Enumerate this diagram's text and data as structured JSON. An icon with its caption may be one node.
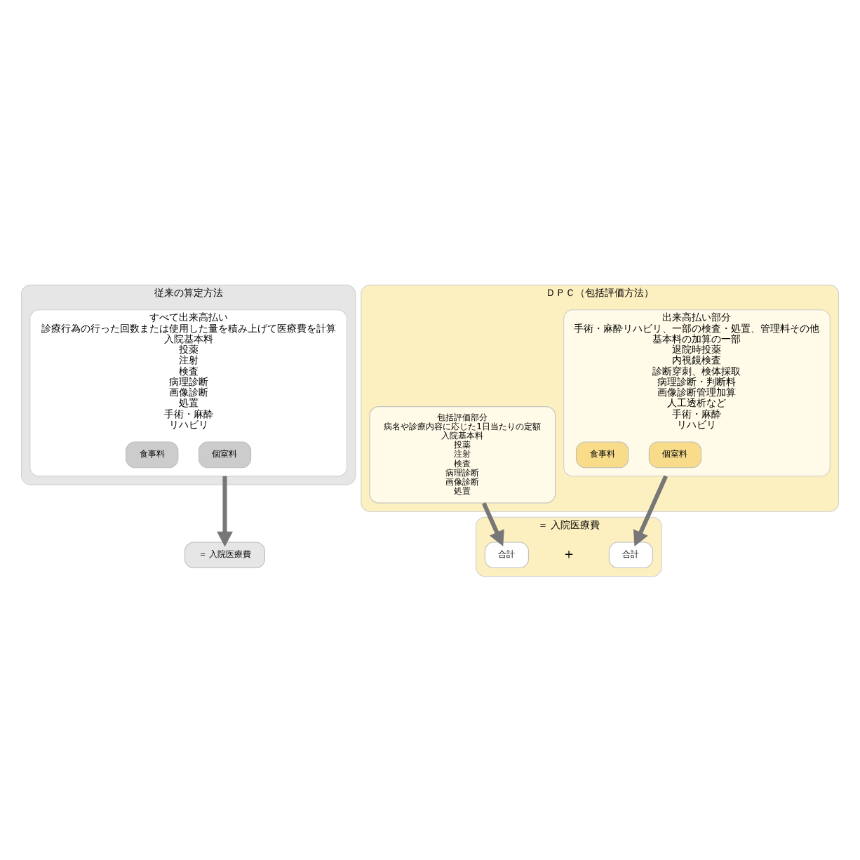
{
  "diagram": {
    "nodes": [
      {
        "text": [
          "従来の算定方法"
        ]
      },
      {
        "text": [
          "すべて出来高払い",
          "診療行為の行った回数または使用した量を積み上げて医療費を計算",
          "入院基本料",
          "投薬",
          "注射",
          "検査",
          "病理診断",
          "画像診断",
          "処置",
          "手術・麻酔",
          "リハビリ"
        ],
        "in": 0
      },
      {
        "text": [
          "食事料"
        ],
        "in": 1
      },
      {
        "text": [
          "個室料"
        ],
        "in": 1
      },
      {
        "text": [
          "＝ 入院医療費"
        ]
      },
      {
        "text": [
          "ＤＰＣ（包括評価方法）"
        ]
      },
      {
        "text": [
          "包括評価部分",
          "病名や診療内容に応じた1日当たりの定額",
          "入院基本料",
          "投薬",
          "注射",
          "検査",
          "病理診断",
          "画像診断",
          "処置"
        ],
        "in": 5
      },
      {
        "text": [
          "出来高払い部分",
          "手術・麻酔リハビリ、一部の検査・処置、管理料その他",
          "基本料の加算の一部",
          "退院時投薬",
          "内視鏡検査",
          "診断穿刺、検体採取",
          "病理診断・判断料",
          "画像診断管理加算",
          "人工透析など",
          "手術・麻酔",
          "リハビリ"
        ],
        "in": 5
      },
      {
        "text": [
          "食事料"
        ],
        "in": 7
      },
      {
        "text": [
          "個室料"
        ],
        "in": 7
      },
      {
        "text": [
          "＝ 入院医療費"
        ]
      },
      {
        "text": [
          "合計"
        ],
        "in": 10
      },
      {
        "text": [
          "合計"
        ],
        "in": 10
      }
    ],
    "edges": [
      {
        "from": 1,
        "to": 4,
        "arrow": "to"
      },
      {
        "from": 6,
        "to": 11,
        "arrow": "to"
      },
      {
        "from": 7,
        "to": 12,
        "arrow": "to"
      }
    ],
    "labels": [
      "＋"
    ]
  }
}
